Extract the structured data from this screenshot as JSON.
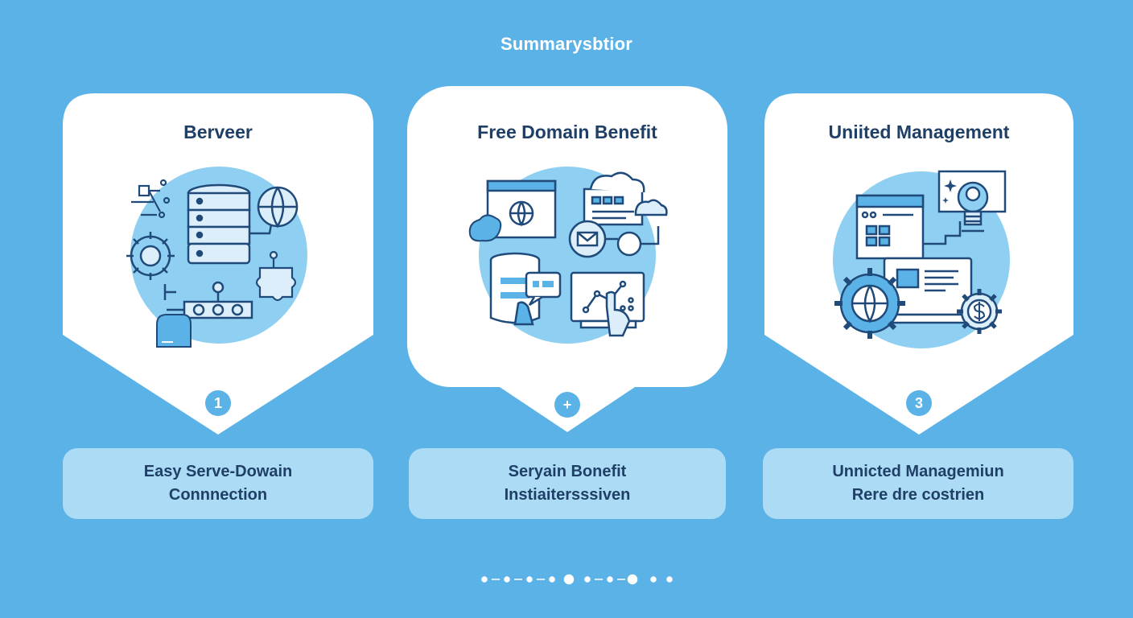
{
  "header": {
    "title": "Summarysbtior"
  },
  "cards": [
    {
      "title": "Berveer",
      "step": "1",
      "caption": [
        "Easy Serve-Dowain",
        "Connnection"
      ]
    },
    {
      "title": "Free Domain Benefit",
      "step": "+",
      "caption": [
        "Seryain Bonefit",
        "Instiaitersssiven"
      ]
    },
    {
      "title": "Uniited Management",
      "step": "3",
      "caption": [
        "Unnicted Managemiun",
        "Rere dre costrien"
      ]
    }
  ],
  "colors": {
    "background": "#5bb2e6",
    "card": "#ffffff",
    "caption_box": "#acdcf5",
    "accent_circle": "#8fd0f2",
    "ink": "#1f3f66",
    "icon_stroke": "#1f4a7a"
  },
  "icons": [
    "database-icon",
    "globe-icon",
    "gear-icon",
    "network-icon",
    "browser-window-icon",
    "cloud-icon",
    "email-icon",
    "chat-icon",
    "touch-screen-icon",
    "lightbulb-icon",
    "monitor-icon",
    "dollar-gear-icon"
  ]
}
